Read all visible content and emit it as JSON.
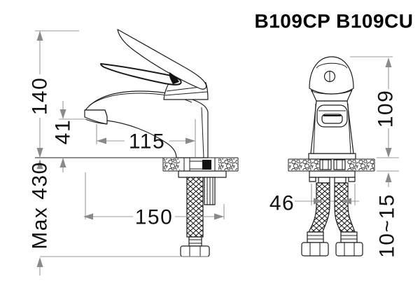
{
  "title": "B109CP B109CU",
  "colors": {
    "line": "#1c1c1c",
    "dimension": "#9a9a9a",
    "text": "#111111",
    "background": "#ffffff"
  },
  "views": {
    "side": {
      "label": "faucet side view",
      "dimensions": {
        "overall_height": "140",
        "spout_outlet_height": "41",
        "spout_reach": "115",
        "installation_depth": "150",
        "max_hose_length": "Max 430"
      }
    },
    "front": {
      "label": "faucet front view",
      "dimensions": {
        "body_height": "109",
        "inlet_spacing": "46",
        "deck_thickness": "10~15"
      }
    }
  }
}
